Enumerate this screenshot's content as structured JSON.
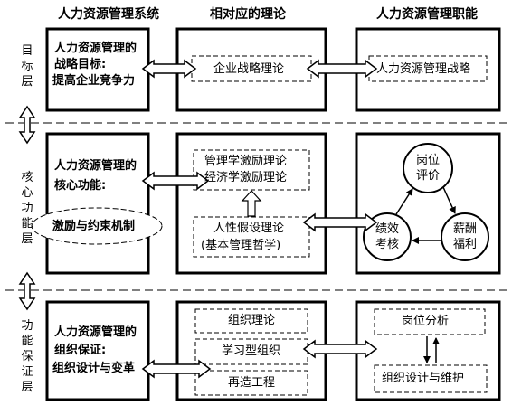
{
  "headers": {
    "system": "人力资源管理系统",
    "theory": "相对应的理论",
    "function": "人力资源管理职能"
  },
  "layers": {
    "goal": "目标层",
    "core": "核心功能层",
    "support": "功能保证层"
  },
  "goal_row": {
    "left_line1": "人力资源管理的",
    "left_line2": "战略目标:",
    "left_line3": "提高企业竞争力",
    "theory": "企业战略理论",
    "function": "人力资源管理战略"
  },
  "core_row": {
    "left_line1": "人力资源管理的",
    "left_line2": "核心功能:",
    "left_ellipse": "激励与约束机制",
    "theory_top_line1": "管理学激励理论",
    "theory_top_line2": "经济学激励理论",
    "theory_bottom_line1": "人性假设理论",
    "theory_bottom_line2": "(基本管理哲学)",
    "cycle_top_line1": "岗位",
    "cycle_top_line2": "评价",
    "cycle_left_line1": "绩效",
    "cycle_left_line2": "考核",
    "cycle_right_line1": "薪酬",
    "cycle_right_line2": "福利"
  },
  "support_row": {
    "left_line1": "人力资源管理的",
    "left_line2": "组织保证:",
    "left_line3": "组织设计与变革",
    "theory_items": [
      "组织理论",
      "学习型组织",
      "再造工程"
    ],
    "function_top": "岗位分析",
    "function_bottom": "组织设计与维护"
  }
}
